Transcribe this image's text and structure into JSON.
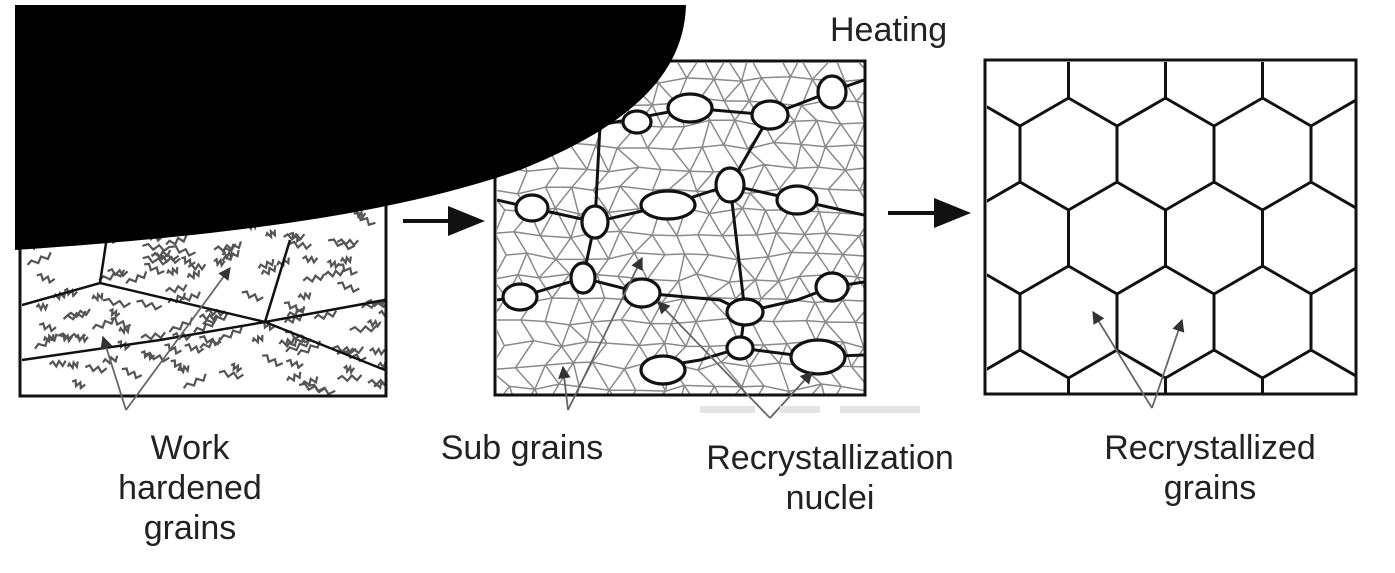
{
  "labels": {
    "heating": "Heating",
    "work_hardened": [
      "Work",
      "hardened",
      "grains"
    ],
    "sub_grains": "Sub grains",
    "recrystallization_nuclei": [
      "Recrystallization",
      "nuclei"
    ],
    "recrystallized_grains": [
      "Recrystallized",
      "grains"
    ]
  },
  "panels": [
    {
      "name": "work-hardened-panel"
    },
    {
      "name": "sub-grains-panel"
    },
    {
      "name": "recrystallized-panel"
    }
  ],
  "colors": {
    "line": "#111111",
    "thin": "#777777",
    "text": "#222222",
    "redaction": "#000000"
  }
}
